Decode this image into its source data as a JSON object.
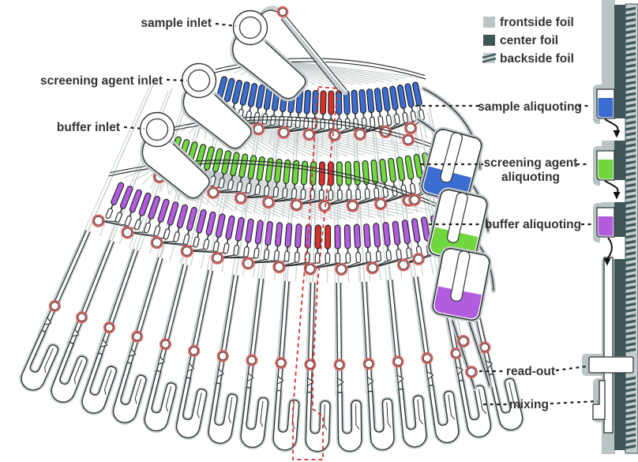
{
  "figure": {
    "title": "microfluidic aliquoting chip schematic with foil-layer cross-section"
  },
  "labels": {
    "sample_inlet": "sample inlet",
    "screening_agent_inlet": "screening agent inlet",
    "buffer_inlet": "buffer inlet",
    "sample_aliquoting": "sample aliquoting",
    "screening_agent_aliquoting_line1": "screening agent",
    "screening_agent_aliquoting_line2": "aliquoting",
    "buffer_aliquoting": "buffer aliquoting",
    "read_out": "read-out",
    "mixing": "mixing"
  },
  "legend": {
    "items": [
      {
        "label": "frontside foil",
        "swatch": "light-square"
      },
      {
        "label": "center foil",
        "swatch": "dark-square"
      },
      {
        "label": "backside foil",
        "swatch": "hatched-square"
      }
    ]
  },
  "colors": {
    "sample_blue": "#3b6cd1",
    "screening_green": "#70d73e",
    "buffer_purple": "#b15ddd",
    "highlight_red": "#d8312b",
    "via_ring": "#e0605c",
    "outline_dark": "#2e3436",
    "frontside_gray": "#b9c4c5",
    "channel_gray": "#c6cdce",
    "center_foil_dark": "#3f5658",
    "hatch_bg": "#c3cccd",
    "label_text": "#333333"
  },
  "diagram": {
    "rows": [
      {
        "name": "sample",
        "r": 530,
        "a0": -15.2,
        "a1": 11.8,
        "n": 26,
        "fan": [
          336,
          74
        ]
      },
      {
        "name": "screening",
        "r": 620,
        "a0": -18.6,
        "a1": 11.2,
        "n": 30,
        "fan": [
          262,
          138
        ]
      },
      {
        "name": "buffer",
        "r": 700,
        "a0": -22.8,
        "a1": 10.8,
        "n": 34,
        "fan": [
          208,
          206
        ]
      }
    ],
    "hooks": {
      "n": 16,
      "a0": -24,
      "a1": 13
    },
    "highlight_range": {
      "a_min": -1.9,
      "a_max": 0.3
    }
  }
}
